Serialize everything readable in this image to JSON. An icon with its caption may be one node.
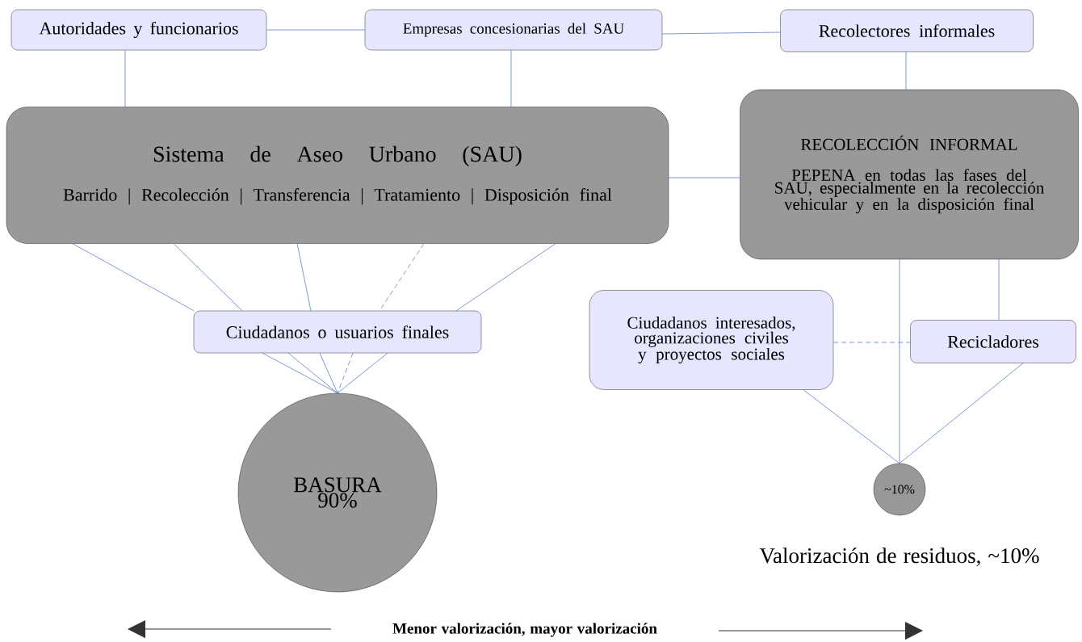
{
  "diagram": {
    "nodes": [
      {
        "text": [
          "Autoridades y funcionarios"
        ]
      },
      {
        "text": [
          "Empresas concesionarias del SAU"
        ]
      },
      {
        "text": [
          "Recolectores informales"
        ]
      },
      {
        "text": [
          "Sistema de Aseo Urbano (SAU)",
          "Barrido | Recolección | Transferencia | Tratamiento | Disposición final"
        ]
      },
      {
        "text": [
          "RECOLECCIÓN INFORMAL",
          "PEPENA en todas las fases del SAU, especialmente en la recolección vehicular y en la disposición final"
        ]
      },
      {
        "text": [
          "Ciudadanos o usuarios finales"
        ]
      },
      {
        "text": [
          "Ciudadanos interesados, organizaciones civiles y proyectos sociales"
        ]
      },
      {
        "text": [
          "Recicladores"
        ]
      },
      {
        "text": [
          "BASURA 90%"
        ]
      },
      {
        "text": [
          "~10%"
        ],
        "beside": [
          "Valorización de residuos, ~10%"
        ]
      }
    ],
    "edges": [
      {
        "from": 0,
        "to": 1,
        "arrow": "none"
      },
      {
        "from": 1,
        "to": 2,
        "arrow": "none"
      },
      {
        "from": 0,
        "to": 3,
        "arrow": "none"
      },
      {
        "from": 1,
        "to": 3,
        "arrow": "none"
      },
      {
        "from": 2,
        "to": 4,
        "arrow": "none"
      },
      {
        "from": 3,
        "to": 4,
        "arrow": "none"
      },
      {
        "from": 3,
        "to": 5,
        "arrow": "none"
      },
      {
        "from": 3,
        "to": 5,
        "arrow": "none"
      },
      {
        "from": 3,
        "to": 5,
        "arrow": "none"
      },
      {
        "from": 3,
        "to": 5,
        "arrow": "none",
        "style": "dashed"
      },
      {
        "from": 3,
        "to": 5,
        "arrow": "none"
      },
      {
        "from": 5,
        "to": 8,
        "arrow": "none"
      },
      {
        "from": 5,
        "to": 8,
        "arrow": "none"
      },
      {
        "from": 5,
        "to": 8,
        "arrow": "none"
      },
      {
        "from": 5,
        "to": 8,
        "arrow": "none",
        "style": "dashed"
      },
      {
        "from": 5,
        "to": 8,
        "arrow": "none"
      },
      {
        "from": 4,
        "to": 9,
        "arrow": "none"
      },
      {
        "from": 4,
        "to": 7,
        "arrow": "none"
      },
      {
        "from": 6,
        "to": 7,
        "arrow": "none",
        "style": "dashed"
      },
      {
        "from": 6,
        "to": 9,
        "arrow": "none"
      },
      {
        "from": 7,
        "to": 9,
        "arrow": "none"
      }
    ],
    "labels": [
      "Menor valorización, mayor valorización"
    ]
  }
}
